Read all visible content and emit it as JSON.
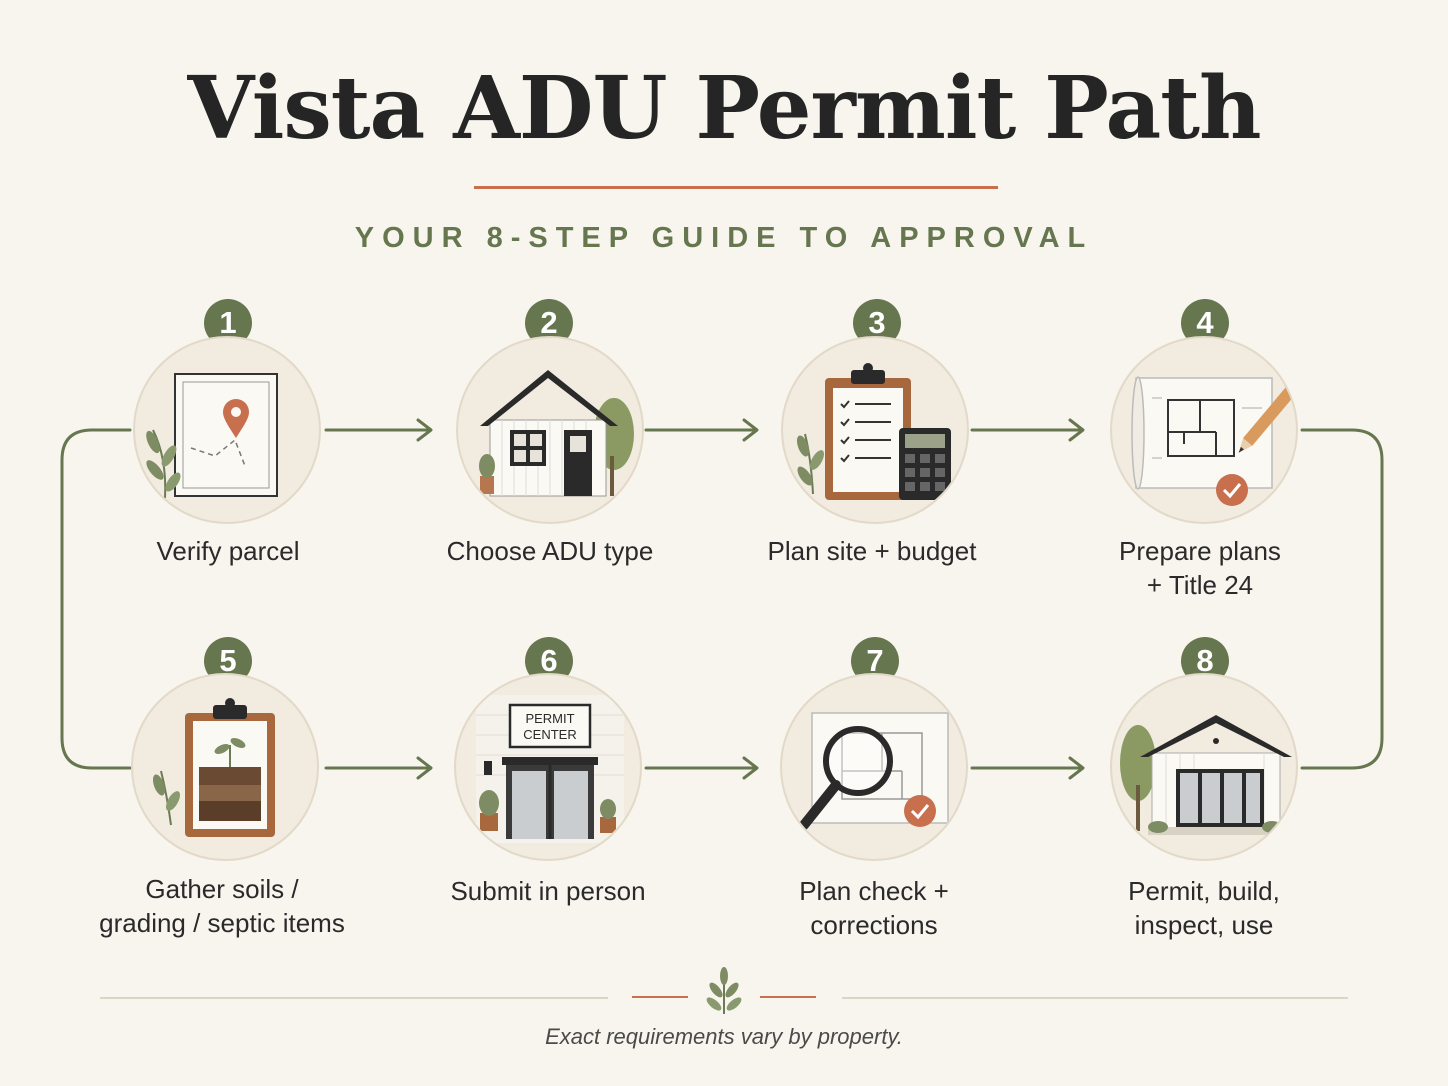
{
  "header": {
    "title": "Vista ADU Permit Path",
    "subtitle": "YOUR 8-STEP GUIDE TO APPROVAL"
  },
  "steps": [
    {
      "number": "1",
      "label": "Verify parcel",
      "icon": "map-pin-icon"
    },
    {
      "number": "2",
      "label": "Choose ADU type",
      "icon": "house-icon"
    },
    {
      "number": "3",
      "label": "Plan site + budget",
      "icon": "clipboard-calculator-icon"
    },
    {
      "number": "4",
      "label": "Prepare plans\n+ Title 24",
      "icon": "blueprint-pencil-icon"
    },
    {
      "number": "5",
      "label": "Gather soils /\ngrading / septic items",
      "icon": "soil-clipboard-icon"
    },
    {
      "number": "6",
      "label": "Submit in person",
      "icon": "permit-center-icon"
    },
    {
      "number": "7",
      "label": "Plan check +\ncorrections",
      "icon": "magnifier-check-icon"
    },
    {
      "number": "8",
      "label": "Permit, build,\ninspect, use",
      "icon": "finished-adu-icon"
    }
  ],
  "permit_sign": {
    "line1": "PERMIT",
    "line2": "CENTER"
  },
  "footer": {
    "note": "Exact requirements vary by property."
  },
  "colors": {
    "accent": "#c8704e",
    "green": "#66764f",
    "background": "#f8f5ef"
  }
}
